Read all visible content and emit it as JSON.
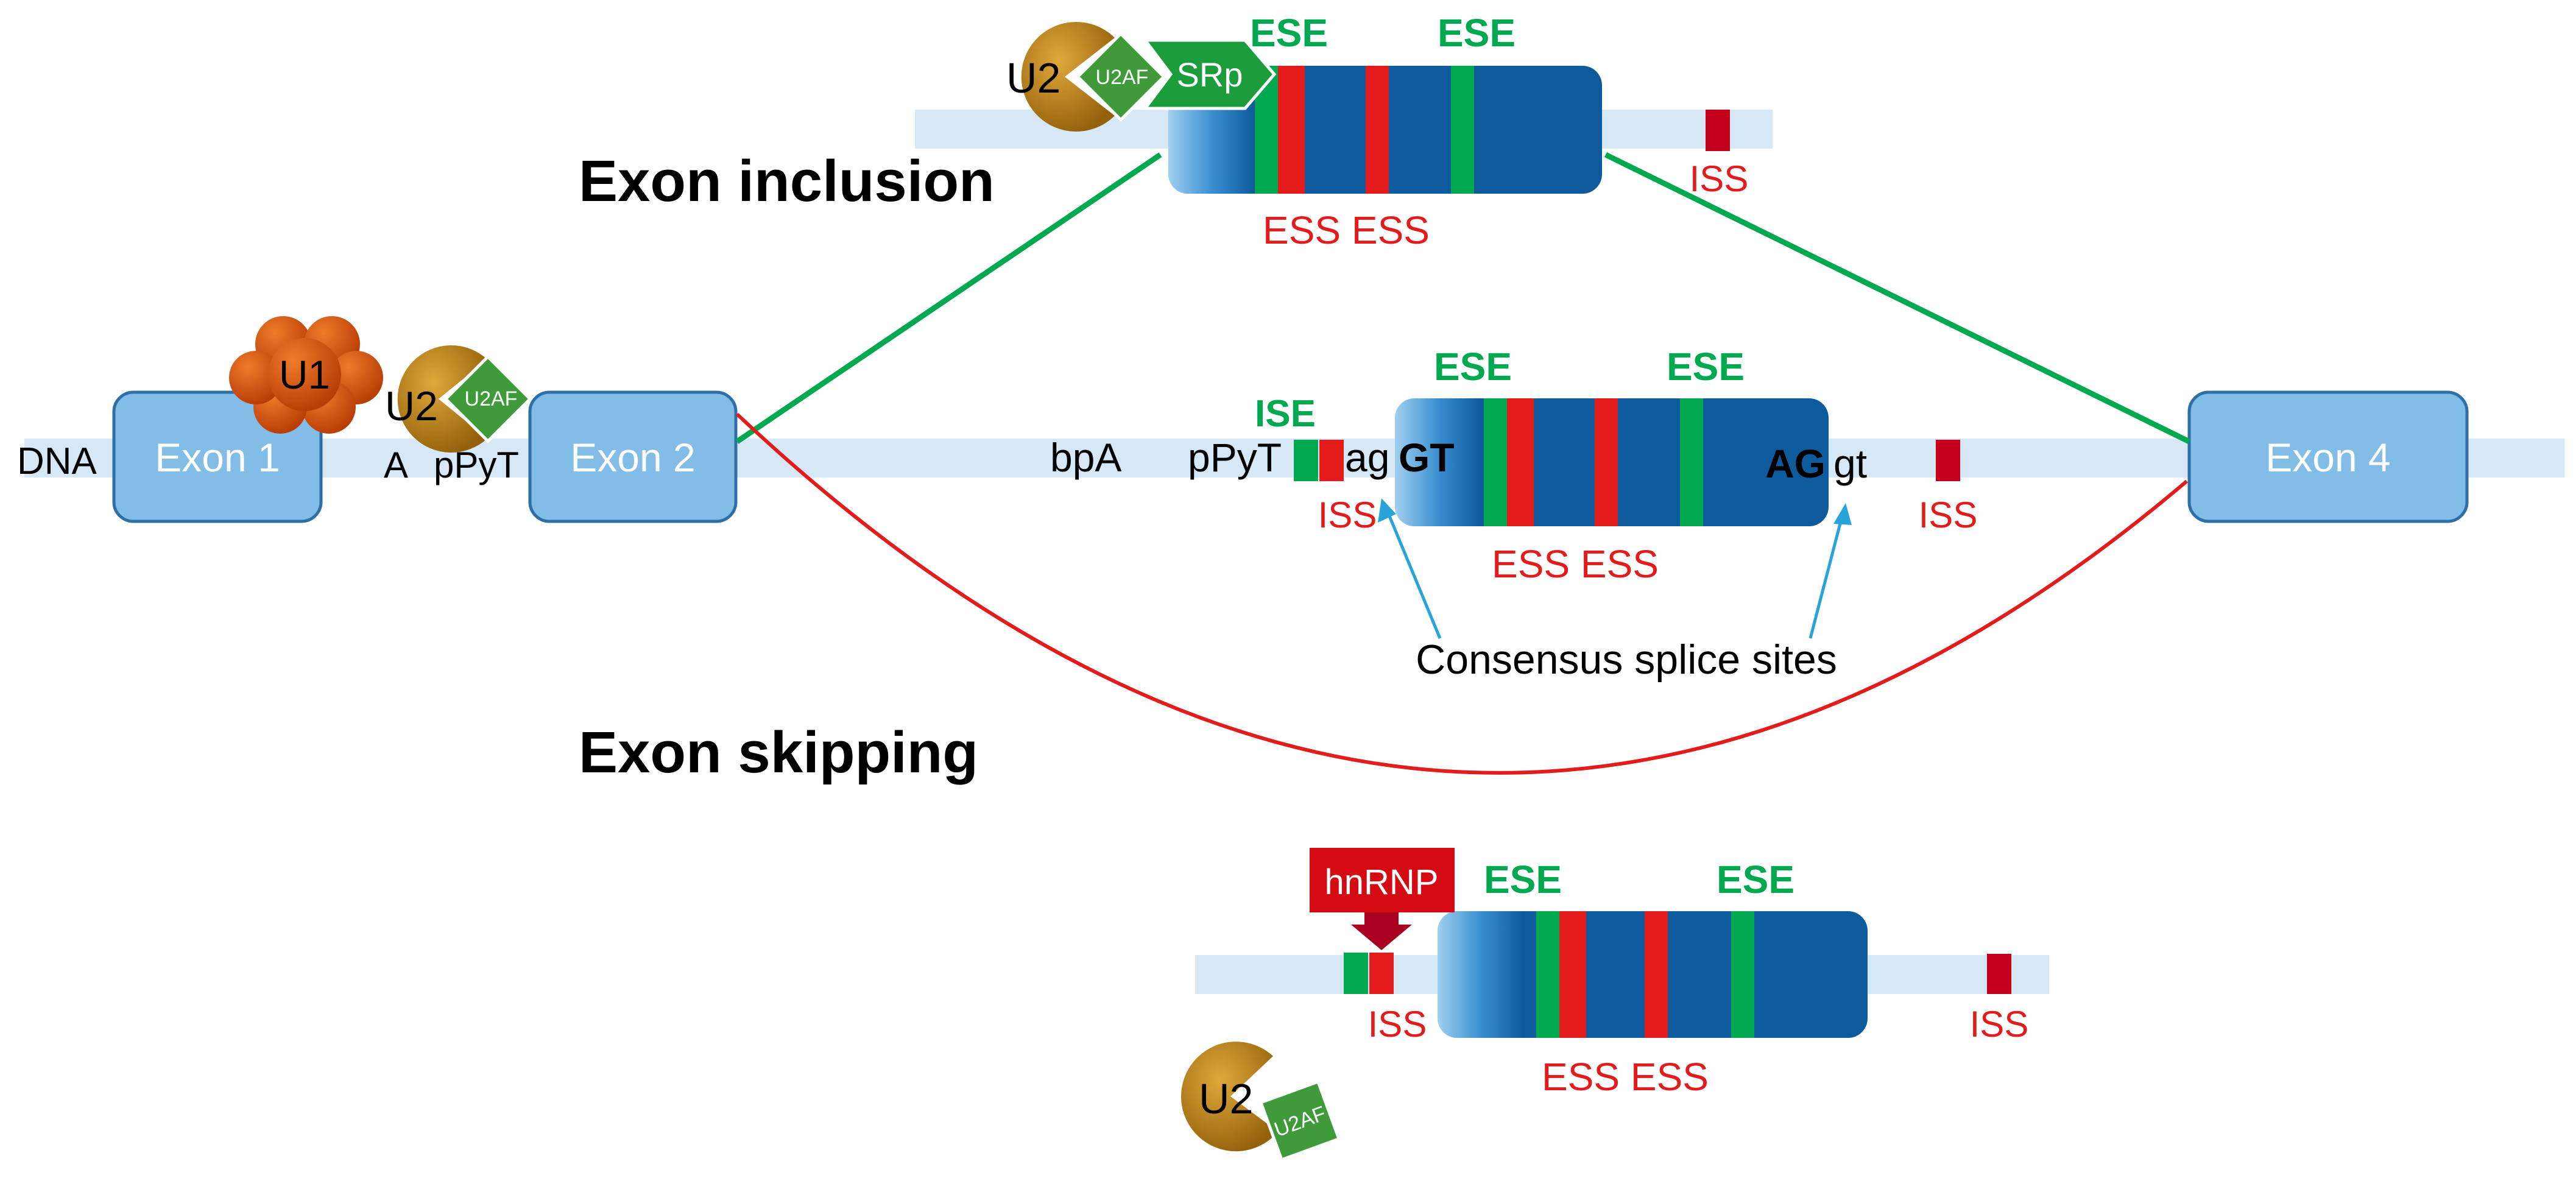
{
  "colors": {
    "track": "#d6e7f6",
    "exon_light_fill": "#82bde7",
    "exon_light_stroke": "#2e6fa8",
    "exon_dark": "#0d5a9c",
    "green": "#00a94f",
    "red": "#e31b1b",
    "dark_red": "#a8001e",
    "teal_blue": "#29a3dc",
    "u1": "#d9530f",
    "u2": "#b2780f",
    "u2af": "#3f9a3a",
    "srp": "#1c9d3b",
    "hnrnp": "#d40b12"
  },
  "labels": {
    "exon_inclusion": "Exon inclusion",
    "exon_skipping": "Exon skipping",
    "dna": "DNA",
    "exon1": "Exon 1",
    "exon2": "Exon 2",
    "exon4": "Exon 4",
    "u1": "U1",
    "u2": "U2",
    "u2af": "U2AF",
    "srp": "SRp",
    "hnrnp": "hnRNP",
    "a": "A",
    "ppyt": "pPyT",
    "bpa": "bpA",
    "ag": "ag",
    "gt_caps": "GT",
    "ag_caps": "AG",
    "gt": "gt",
    "ese": "ESE",
    "ise": "ISE",
    "iss": "ISS",
    "ess_pair": "ESS ESS",
    "consensus": "Consensus splice sites"
  }
}
